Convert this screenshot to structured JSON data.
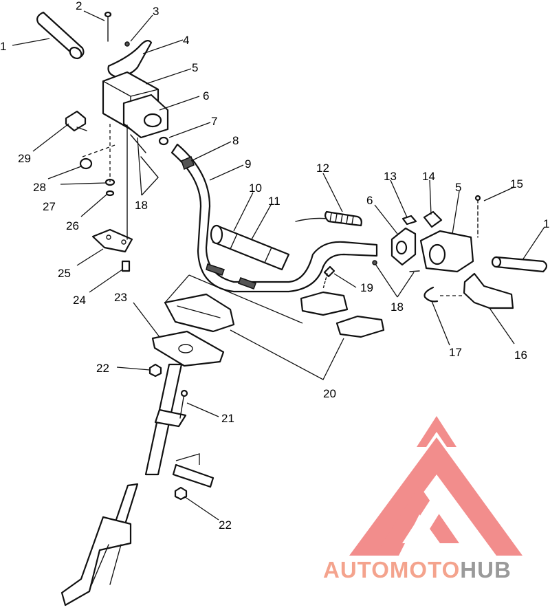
{
  "callouts": [
    {
      "id": "1",
      "label": "1"
    },
    {
      "id": "2",
      "label": "2"
    },
    {
      "id": "3",
      "label": "3"
    },
    {
      "id": "4",
      "label": "4"
    },
    {
      "id": "5",
      "label": "5"
    },
    {
      "id": "6",
      "label": "6"
    },
    {
      "id": "7",
      "label": "7"
    },
    {
      "id": "8",
      "label": "8"
    },
    {
      "id": "9",
      "label": "9"
    },
    {
      "id": "10",
      "label": "10"
    },
    {
      "id": "11",
      "label": "11"
    },
    {
      "id": "12",
      "label": "12"
    },
    {
      "id": "13",
      "label": "13"
    },
    {
      "id": "14",
      "label": "14"
    },
    {
      "id": "15",
      "label": "15"
    },
    {
      "id": "16",
      "label": "16"
    },
    {
      "id": "17",
      "label": "17"
    },
    {
      "id": "18",
      "label": "18"
    },
    {
      "id": "19",
      "label": "19"
    },
    {
      "id": "20",
      "label": "20"
    },
    {
      "id": "21",
      "label": "21"
    },
    {
      "id": "22",
      "label": "22"
    },
    {
      "id": "23",
      "label": "23"
    },
    {
      "id": "24",
      "label": "24"
    },
    {
      "id": "25",
      "label": "25"
    },
    {
      "id": "26",
      "label": "26"
    },
    {
      "id": "27",
      "label": "27"
    },
    {
      "id": "28",
      "label": "28"
    },
    {
      "id": "29",
      "label": "29"
    }
  ],
  "watermark": {
    "part1": "AUTO",
    "part2": "MOTO",
    "part3": "HUB",
    "color_primary": "#f4a38d",
    "color_secondary": "#9a9a9a",
    "logo_color": "#f07a78"
  }
}
